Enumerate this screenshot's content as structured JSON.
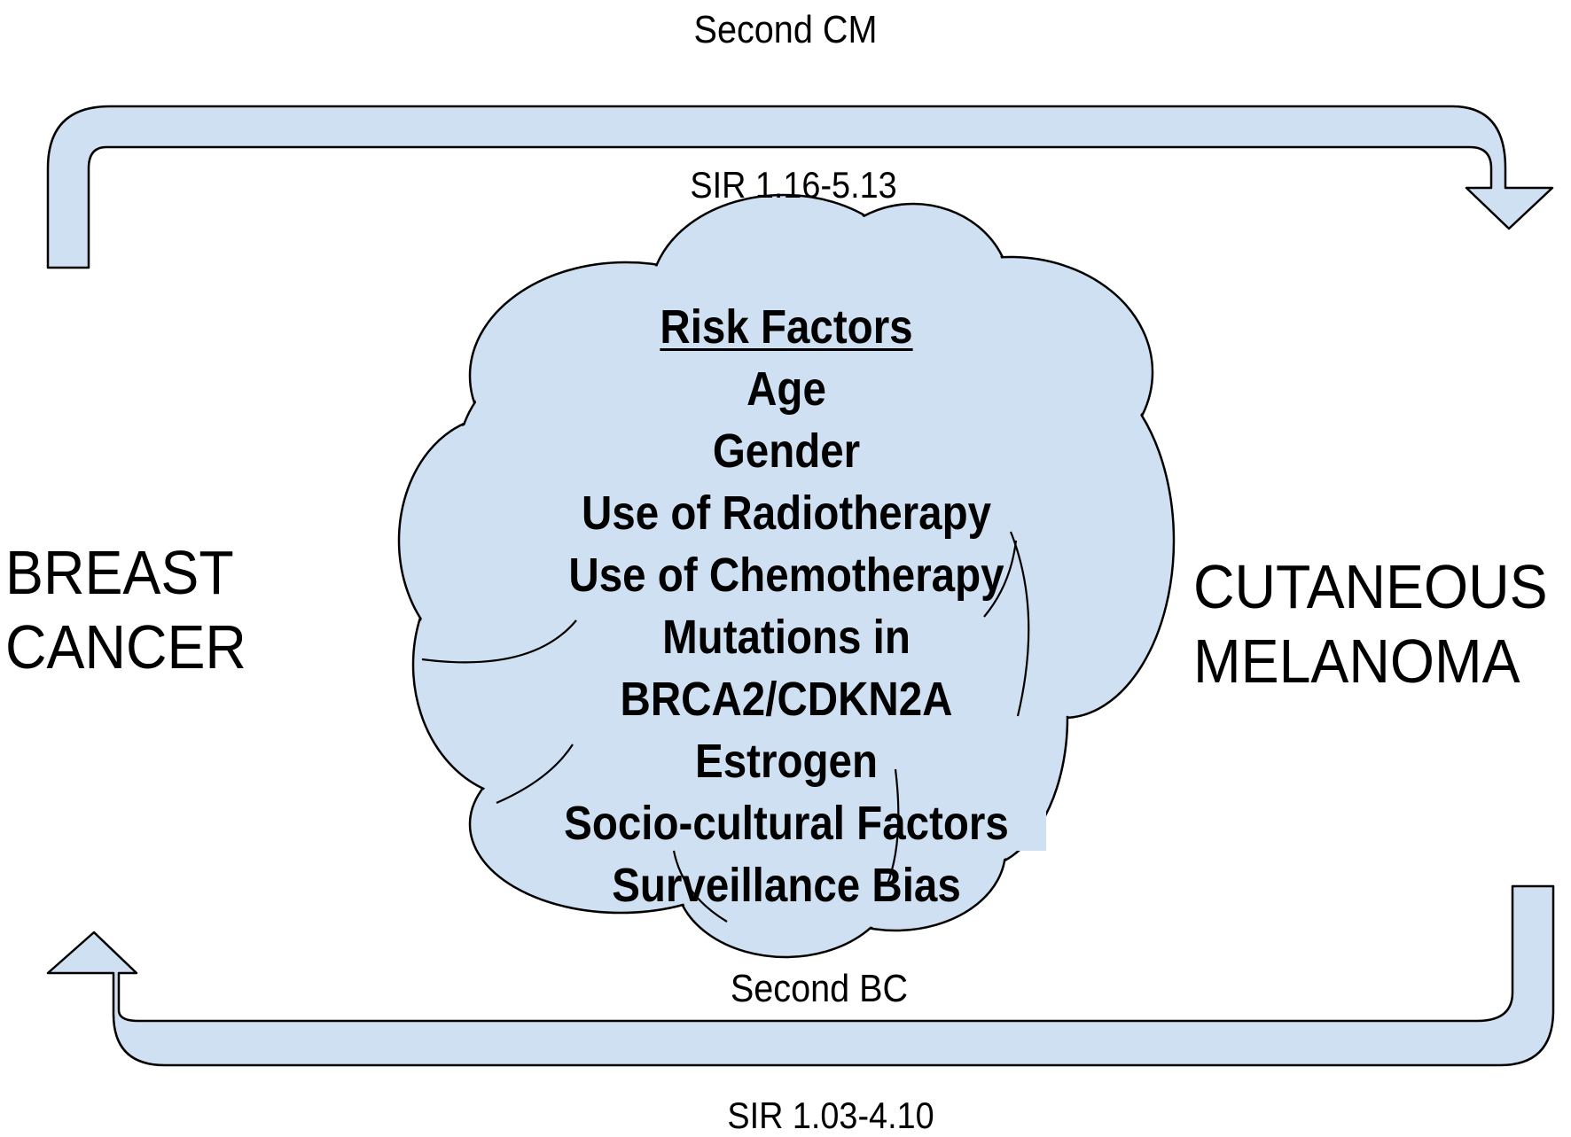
{
  "diagram": {
    "top_arrow": {
      "label": "Second CM",
      "sir": "SIR 1.16-5.13"
    },
    "bottom_arrow": {
      "label": "Second BC",
      "sir": "SIR 1.03-4.10"
    },
    "left_node": {
      "lines": [
        "BREAST",
        "CANCER"
      ]
    },
    "right_node": {
      "lines": [
        "CUTANEOUS",
        "MELANOMA"
      ]
    },
    "cloud": {
      "title": "Risk Factors",
      "items": [
        "Age",
        "Gender",
        "Use of Radiotherapy",
        "Use of Chemotherapy",
        "Mutations in",
        "BRCA2/CDKN2A",
        "Estrogen",
        "Socio-cultural Factors",
        "Surveillance Bias"
      ]
    },
    "colors": {
      "fill": "#cfe0f2",
      "stroke": "#000000",
      "background": "#ffffff"
    }
  }
}
